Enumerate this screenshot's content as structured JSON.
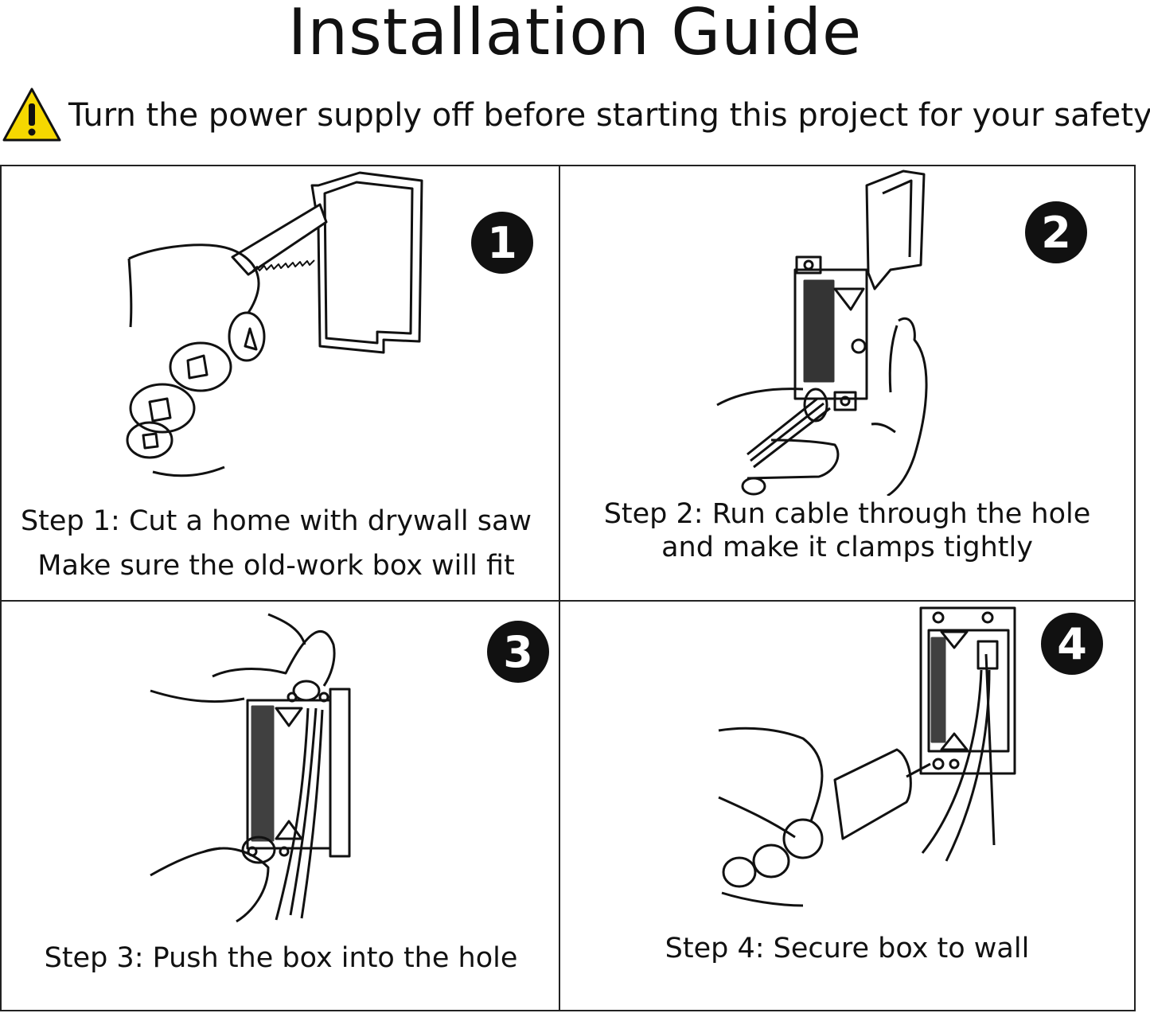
{
  "title": "Installation Guide",
  "warning": {
    "icon": "warning-triangle-icon",
    "text": "Turn the power supply off before starting this project for your safety"
  },
  "colors": {
    "warning_yellow": "#f5d800",
    "ink": "#111111"
  },
  "steps": [
    {
      "number": "1",
      "line1": "Step 1: Cut a home with drywall saw",
      "line2": "Make sure the old-work box will fit"
    },
    {
      "number": "2",
      "line1": "Step 2: Run cable through the hole",
      "line2": "and make it clamps tightly"
    },
    {
      "number": "3",
      "line1": "Step 3: Push the box into the hole",
      "line2": ""
    },
    {
      "number": "4",
      "line1": "Step 4: Secure box to wall",
      "line2": ""
    }
  ]
}
